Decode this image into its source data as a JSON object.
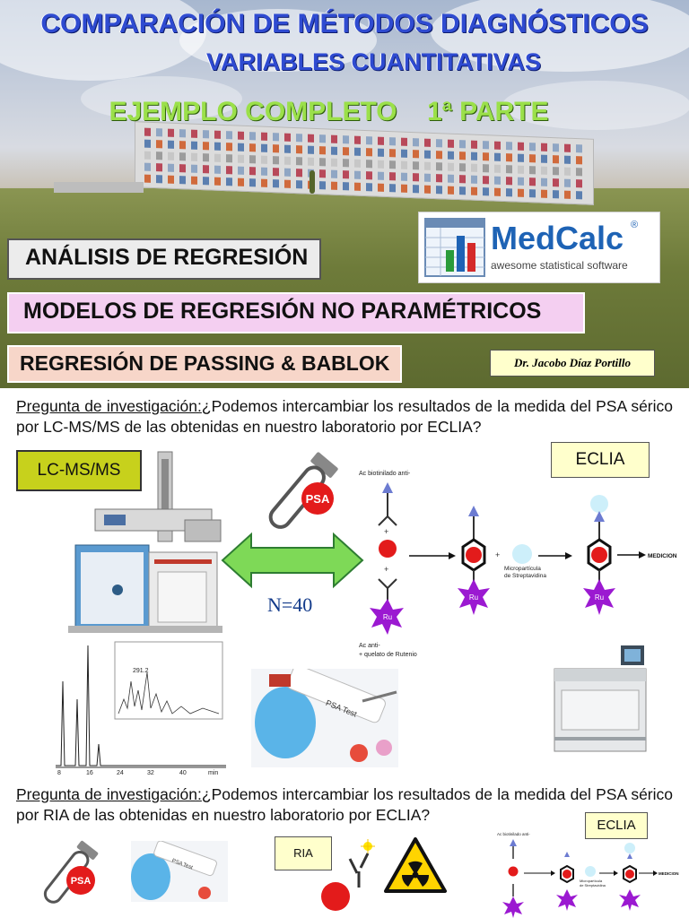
{
  "hero": {
    "title_line1": "COMPARACIÓN DE MÉTODOS DIAGNÓSTICOS",
    "title_line2": "VARIABLES CUANTITATIVAS",
    "subtitle": "EJEMPLO COMPLETO    1ª PARTE",
    "box_regresion": "ANÁLISIS DE REGRESIÓN",
    "box_modelos": "MODELOS DE REGRESIÓN NO PARAMÉTRICOS",
    "box_passing": "REGRESIÓN DE PASSING & BABLOK",
    "author": "Dr. Jacobo Díaz Portillo",
    "medcalc": {
      "name": "MedCalc",
      "reg": "®",
      "tagline": "awesome statistical software"
    }
  },
  "question1": {
    "label": "Pregunta de investigación:",
    "text": "¿Podemos intercambiar los resultados de la medida del PSA sérico por LC-MS/MS de las obtenidas en nuestro laboratorio por ECLIA?"
  },
  "question2": {
    "label": "Pregunta de investigación:",
    "text": "¿Podemos intercambiar los resultados de la medida del PSA sérico por RIA de las obtenidas en nuestro laboratorio por ECLIA?"
  },
  "labels": {
    "lcms": "LC-MS/MS",
    "eclia": "ECLIA",
    "eclia_small": "ECLIA",
    "ria": "RIA",
    "n": "N=40",
    "psa": "PSA",
    "psa_test": "PSA Test",
    "ru": "Ru"
  },
  "eclia_diagram": {
    "ac_biotin": "Ac biotinilado anti-",
    "ac_anti": "Ac anti-",
    "quelato": "+ quelato de Rutenio",
    "micro": "Micropartícula",
    "strept": "de Streptavidina",
    "medicion": "MEDICION"
  },
  "chromatogram": {
    "peak_label": "291.2",
    "ticks": [
      "8",
      "16",
      "24",
      "32",
      "40"
    ],
    "unit": "min"
  },
  "colors": {
    "title_blue": "#2f4bd1",
    "subtitle_green": "#9be04a",
    "lcms_box": "#c7d11c",
    "arrow_green": "#7ed957",
    "ru_purple": "#9b19d1"
  }
}
